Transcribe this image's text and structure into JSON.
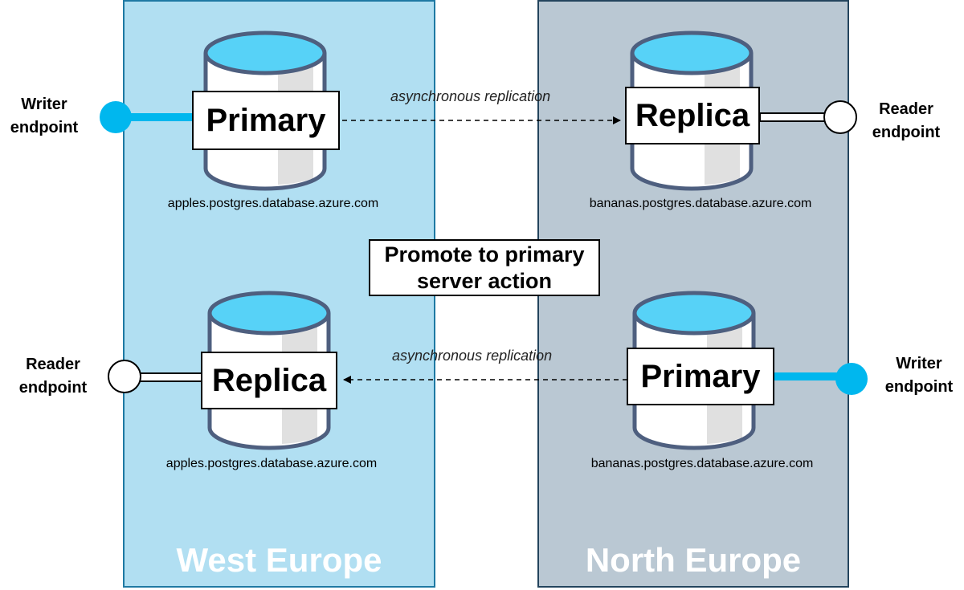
{
  "regions": {
    "west": {
      "name": "West Europe",
      "fill": "#b1dff2",
      "border": "#1e79a3"
    },
    "north": {
      "name": "North Europe",
      "fill": "#bac8d3",
      "border": "#23445d"
    }
  },
  "colors": {
    "db_top": "#57d2f7",
    "db_outline": "#4e5f7f",
    "db_shade": "#e0e0e0",
    "writer_link": "#00b7ee"
  },
  "top": {
    "primary": {
      "label": "Primary",
      "host": "apples.postgres.database.azure.com"
    },
    "replica": {
      "label": "Replica",
      "host": "bananas.postgres.database.azure.com"
    },
    "replication_label": "asynchronous replication",
    "writer_endpoint": "Writer endpoint",
    "reader_endpoint": "Reader endpoint"
  },
  "bottom": {
    "replica": {
      "label": "Replica",
      "host": "apples.postgres.database.azure.com"
    },
    "primary": {
      "label": "Primary",
      "host": "bananas.postgres.database.azure.com"
    },
    "replication_label": "asynchronous replication",
    "writer_endpoint": "Writer endpoint",
    "reader_endpoint": "Reader endpoint"
  },
  "promote_action": {
    "line1": "Promote to primary",
    "line2": "server action"
  },
  "icons": [
    "database-icon",
    "endpoint-circle-icon",
    "arrow-icon"
  ]
}
